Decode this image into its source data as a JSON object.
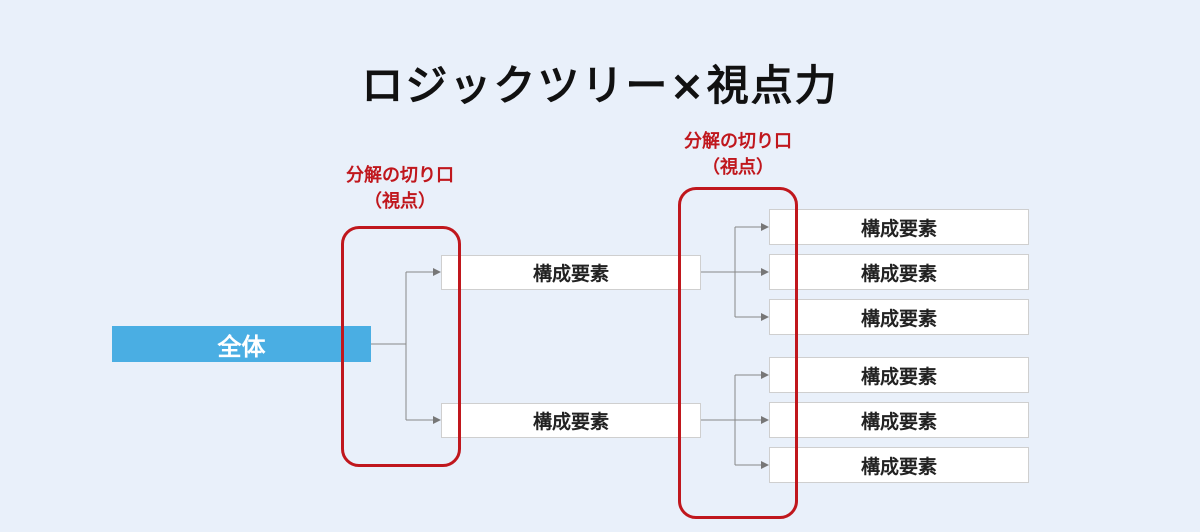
{
  "title": "ロジックツリー×視点力",
  "viewpoint_label": {
    "line1": "分解の切り口",
    "line2": "（視点）"
  },
  "root": {
    "label": "全体"
  },
  "level1": [
    {
      "label": "構成要素"
    },
    {
      "label": "構成要素"
    }
  ],
  "level2": [
    {
      "label": "構成要素"
    },
    {
      "label": "構成要素"
    },
    {
      "label": "構成要素"
    },
    {
      "label": "構成要素"
    },
    {
      "label": "構成要素"
    },
    {
      "label": "構成要素"
    }
  ],
  "colors": {
    "accent_red": "#c0171d",
    "root_blue": "#4aaee3",
    "background": "#e9f0fa"
  }
}
